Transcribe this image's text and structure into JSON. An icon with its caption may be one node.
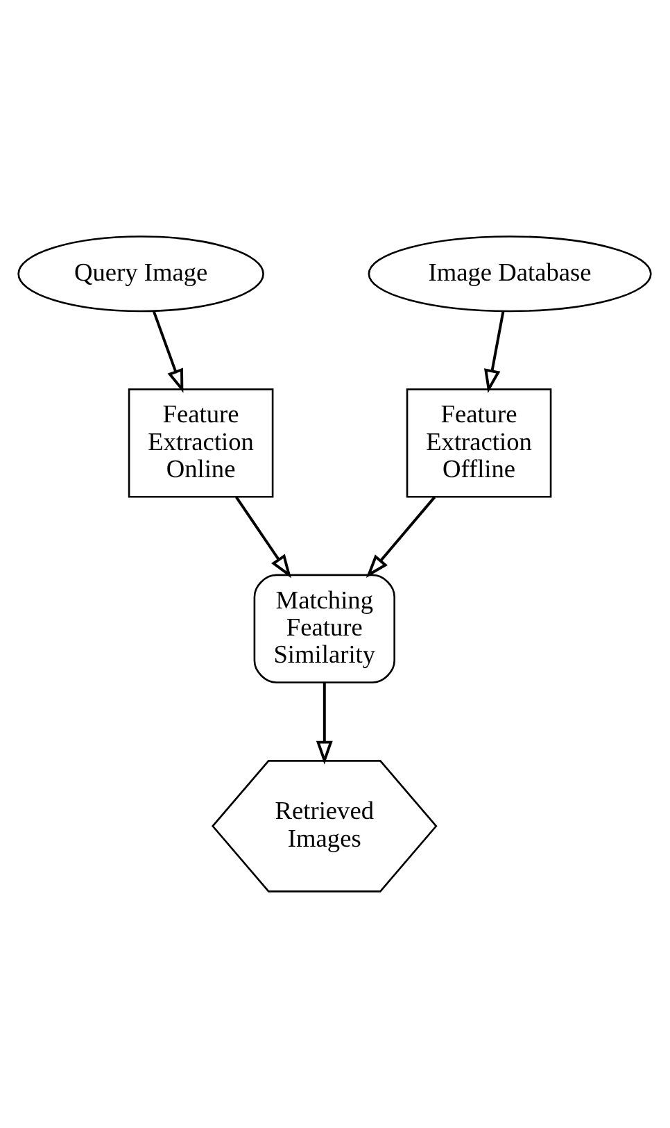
{
  "diagram": {
    "nodes": [
      {
        "text": [
          "Query Image"
        ]
      },
      {
        "text": [
          "Image Database"
        ]
      },
      {
        "text": [
          "Feature Extraction Online"
        ]
      },
      {
        "text": [
          "Feature Extraction Offline"
        ]
      },
      {
        "text": [
          "Matching Feature Similarity"
        ]
      },
      {
        "text": [
          "Retrieved Images"
        ]
      }
    ],
    "edges": [
      {
        "from": 0,
        "to": 2,
        "arrow": "to"
      },
      {
        "from": 1,
        "to": 3,
        "arrow": "to"
      },
      {
        "from": 2,
        "to": 4,
        "arrow": "to"
      },
      {
        "from": 3,
        "to": 4,
        "arrow": "to"
      },
      {
        "from": 4,
        "to": 5,
        "arrow": "to"
      }
    ]
  }
}
